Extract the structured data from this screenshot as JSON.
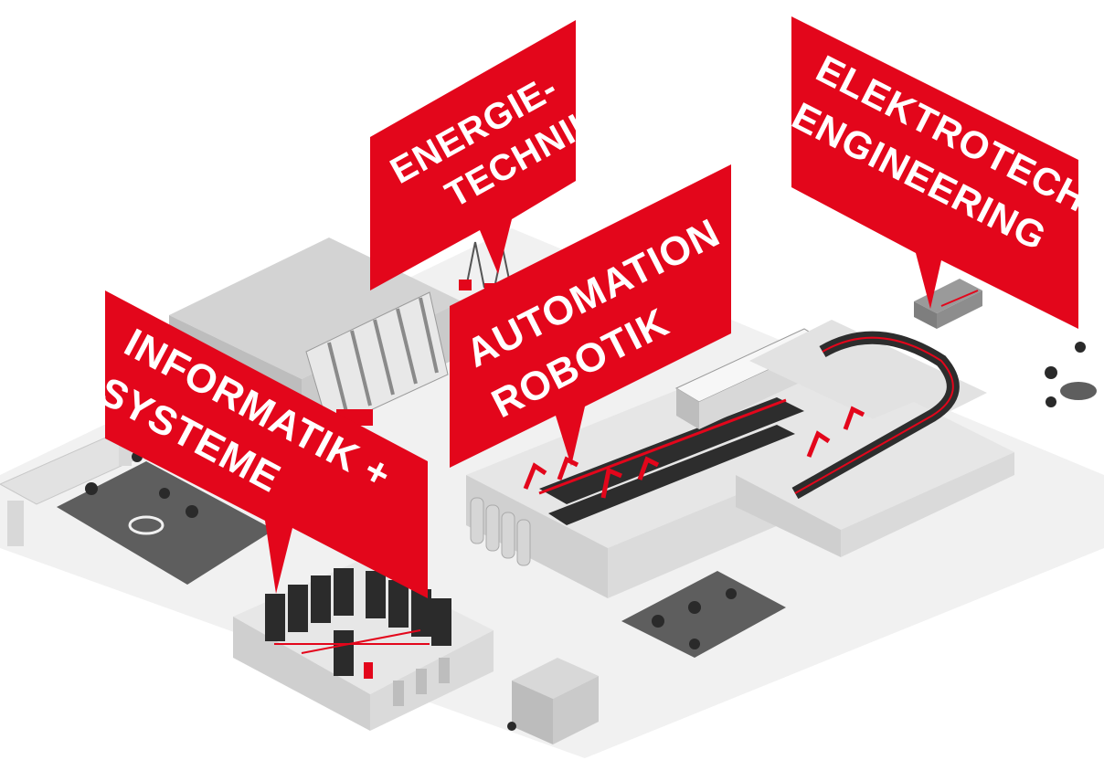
{
  "colors": {
    "accent_red": "#e3061b",
    "ground": "#ededed",
    "building_light": "#e4e4e4",
    "building_mid": "#cfcfcf",
    "building_dark": "#9a9a9a",
    "equipment_dark": "#2b2b2b",
    "park_dark": "#5a5a5a"
  },
  "signs": {
    "energietechnik": {
      "line1": "ENERGIE-",
      "line2": "TECHNIK",
      "icon": "power-pylon-icon"
    },
    "automation_robotik": {
      "line1": "AUTOMATION",
      "line2": "ROBOTIK",
      "icon": "robot-arm-icon"
    },
    "elektrotech_engineering": {
      "line1": "ELEKTROTECH",
      "line2": "ENGINEERING",
      "icon": "control-cabinet-icon"
    },
    "informatik_systeme": {
      "line1": "INFORMATIK +",
      "line2": "SYSTEME",
      "icon": "server-rack-icon"
    }
  }
}
